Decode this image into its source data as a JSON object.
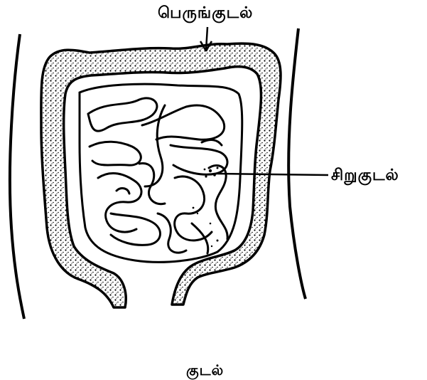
{
  "labels": {
    "large_intestine": "பெருங்குடல்",
    "small_intestine": "சிறுகுடல்",
    "caption": "குடல்"
  },
  "colors": {
    "ink": "#000000",
    "background": "#ffffff"
  }
}
